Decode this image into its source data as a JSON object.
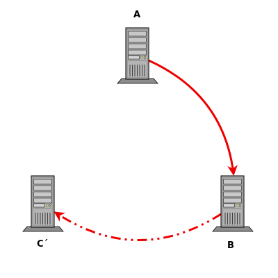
{
  "nodes": [
    {
      "id": "A",
      "label": "A",
      "icon": "server-tower-icon"
    },
    {
      "id": "B",
      "label": "B",
      "icon": "server-tower-icon"
    },
    {
      "id": "C",
      "label": "C´",
      "icon": "server-tower-icon"
    }
  ],
  "edges": [
    {
      "from": "A",
      "to": "B",
      "style": "solid",
      "color": "#ee0000"
    },
    {
      "from": "B",
      "to": "C",
      "style": "dash-dot-dot",
      "color": "#ee0000"
    }
  ],
  "colors": {
    "edge": "#ee0000",
    "server_body": "#b4b4b4",
    "server_outline": "#000000",
    "server_base": "#8c8c8c",
    "server_indicator": "#e8e28a"
  }
}
